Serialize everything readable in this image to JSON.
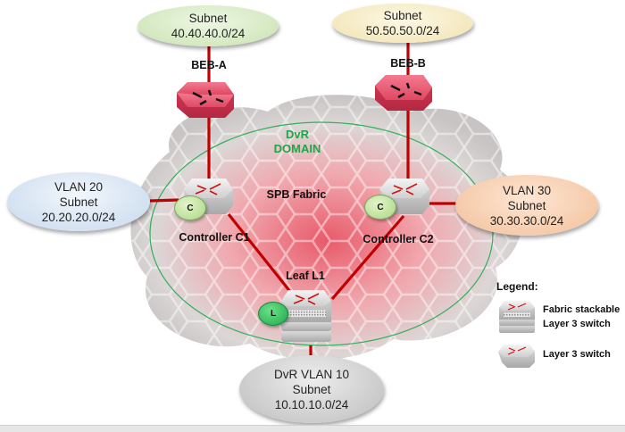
{
  "subnets": {
    "top_left": {
      "line1": "Subnet",
      "line2": "40.40.40.0/24",
      "color": "#d6ebc4"
    },
    "top_right": {
      "line1": "Subnet",
      "line2": "50.50.50.0/24",
      "color": "#f7edc4"
    },
    "left": {
      "line1": "VLAN 20",
      "line2": "Subnet",
      "line3": "20.20.20.0/24",
      "color": "#d9e6f3"
    },
    "right": {
      "line1": "VLAN 30",
      "line2": "Subnet",
      "line3": "30.30.30.0/24",
      "color": "#f8d1b0"
    },
    "bottom": {
      "line1": "DvR VLAN 10",
      "line2": "Subnet",
      "line3": "10.10.10.0/24",
      "color": "#d6d6d6"
    }
  },
  "nodes": {
    "beb_a": {
      "label": "BEB-A"
    },
    "beb_b": {
      "label": "BEB-B"
    },
    "controller_c1": {
      "label": "Controller C1",
      "badge": "C"
    },
    "controller_c2": {
      "label": "Controller C2",
      "badge": "C"
    },
    "leaf_l1": {
      "label": "Leaf L1",
      "badge": "L"
    }
  },
  "domain": {
    "line1": "DvR",
    "line2": "DOMAIN",
    "fabric_label": "SPB Fabric"
  },
  "legend": {
    "title": "Legend:",
    "items": [
      {
        "line1": "Fabric stackable",
        "line2": "Layer 3 switch"
      },
      {
        "line1": "Layer 3 switch"
      }
    ]
  },
  "colors": {
    "link": "#c00000",
    "domain_border": "#2fb05a",
    "beb_switch": "#e8506a"
  }
}
